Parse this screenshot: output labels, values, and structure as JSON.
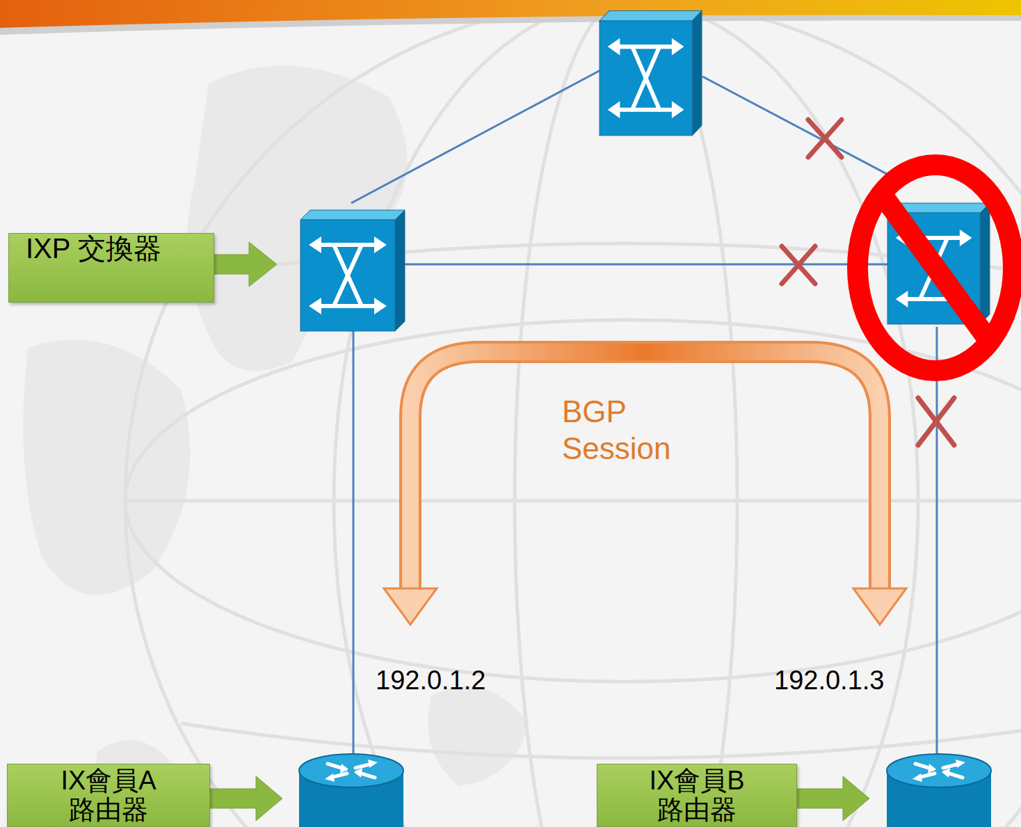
{
  "diagram": {
    "nodes": [
      {
        "text": [
          "IXP 交換器"
        ]
      },
      {
        "text": [
          "IX會員A 路由器"
        ]
      },
      {
        "text": [
          "IX會員B 路由器"
        ]
      }
    ],
    "labels": [
      "BGP Session",
      "192.0.1.2",
      "192.0.1.3"
    ]
  }
}
